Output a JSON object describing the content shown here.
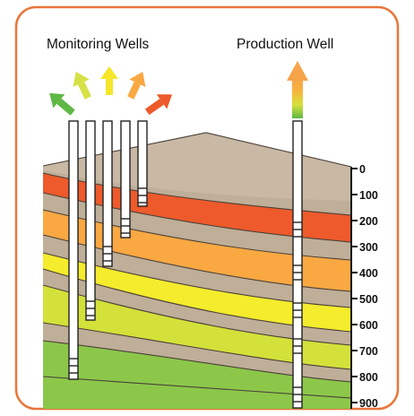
{
  "labels": {
    "monitoring": "Monitoring Wells",
    "production": "Production Well"
  },
  "depth_scale": [
    "0",
    "100",
    "200",
    "300",
    "400",
    "500",
    "600",
    "700",
    "800",
    "900"
  ],
  "colors": {
    "frame": "#e8773a",
    "surface": "#c8b8a4",
    "brown": "#bfae98",
    "red": "#ee5a2b",
    "orange": "#f9a842",
    "yellow": "#f4ec2c",
    "lime": "#d3e13a",
    "green": "#8cc74a",
    "well": "#ffffff",
    "well_outline": "#222222"
  },
  "icons": [
    "arrow-green-icon",
    "arrow-yellowgreen-icon",
    "arrow-yellow-icon",
    "arrow-orange-icon",
    "arrow-red-icon",
    "arrow-gradient-up-icon"
  ]
}
